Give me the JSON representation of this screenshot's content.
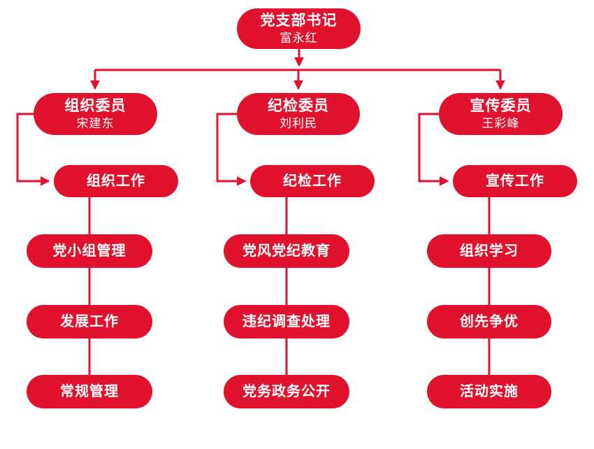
{
  "diagram": {
    "colors": {
      "node_fill": "#E0122D",
      "node_text": "#FFFFFF",
      "background": "#FFFFFF"
    },
    "root": {
      "title": "党支部书记",
      "name": "富永红"
    },
    "columns": [
      {
        "head": {
          "title": "组织委员",
          "name": "宋建东"
        },
        "work": "组织工作",
        "tasks": [
          "党小组管理",
          "发展工作",
          "常规管理"
        ]
      },
      {
        "head": {
          "title": "纪检委员",
          "name": "刘利民"
        },
        "work": "纪检工作",
        "tasks": [
          "党风党纪教育",
          "违纪调查处理",
          "党务政务公开"
        ]
      },
      {
        "head": {
          "title": "宣传委员",
          "name": "王彩峰"
        },
        "work": "宣传工作",
        "tasks": [
          "组织学习",
          "创先争优",
          "活动实施"
        ]
      }
    ]
  }
}
